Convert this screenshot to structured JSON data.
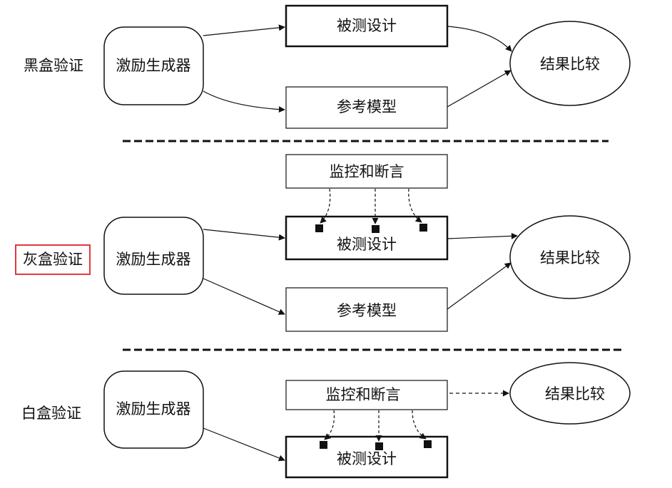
{
  "diagram": {
    "sections": [
      {
        "label": "黑盒验证",
        "highlighted": false,
        "stimulus": "激励生成器",
        "dut": "被测设计",
        "reference": "参考模型",
        "compare": "结果比较"
      },
      {
        "label": "灰盒验证",
        "highlighted": true,
        "monitor": "监控和断言",
        "stimulus": "激励生成器",
        "dut": "被测设计",
        "reference": "参考模型",
        "compare": "结果比较"
      },
      {
        "label": "白盒验证",
        "highlighted": false,
        "monitor": "监控和断言",
        "stimulus": "激励生成器",
        "dut": "被测设计",
        "compare": "结果比较"
      }
    ],
    "colors": {
      "stroke": "#111111",
      "highlight": "#e0393e"
    }
  }
}
